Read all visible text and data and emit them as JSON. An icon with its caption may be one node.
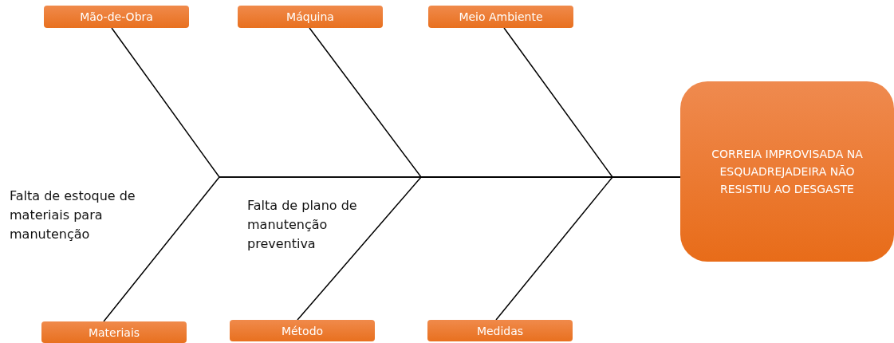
{
  "diagram": {
    "nodes": [
      {
        "text": [
          "Mão-de-Obra"
        ]
      },
      {
        "text": [
          "Máquina"
        ]
      },
      {
        "text": [
          "Meio Ambiente"
        ]
      },
      {
        "text": [
          "Materiais"
        ]
      },
      {
        "text": [
          "Método"
        ]
      },
      {
        "text": [
          "Medidas"
        ]
      },
      {
        "text": [
          "CORREIA IMPROVISADA NA ESQUADREJADEIRA NÃO RESISTIU AO DESGASTE"
        ]
      }
    ],
    "edges": [
      {
        "from": 0,
        "to": 6,
        "arrow": "none"
      },
      {
        "from": 1,
        "to": 6,
        "arrow": "none"
      },
      {
        "from": 2,
        "to": 6,
        "arrow": "none"
      },
      {
        "from": 3,
        "to": 6,
        "arrow": "none"
      },
      {
        "from": 4,
        "to": 6,
        "arrow": "none"
      },
      {
        "from": 5,
        "to": 6,
        "arrow": "none"
      }
    ],
    "labels": [
      "Falta de estoque de materiais para manutenção",
      "Falta de plano de manutenção preventiva"
    ]
  }
}
